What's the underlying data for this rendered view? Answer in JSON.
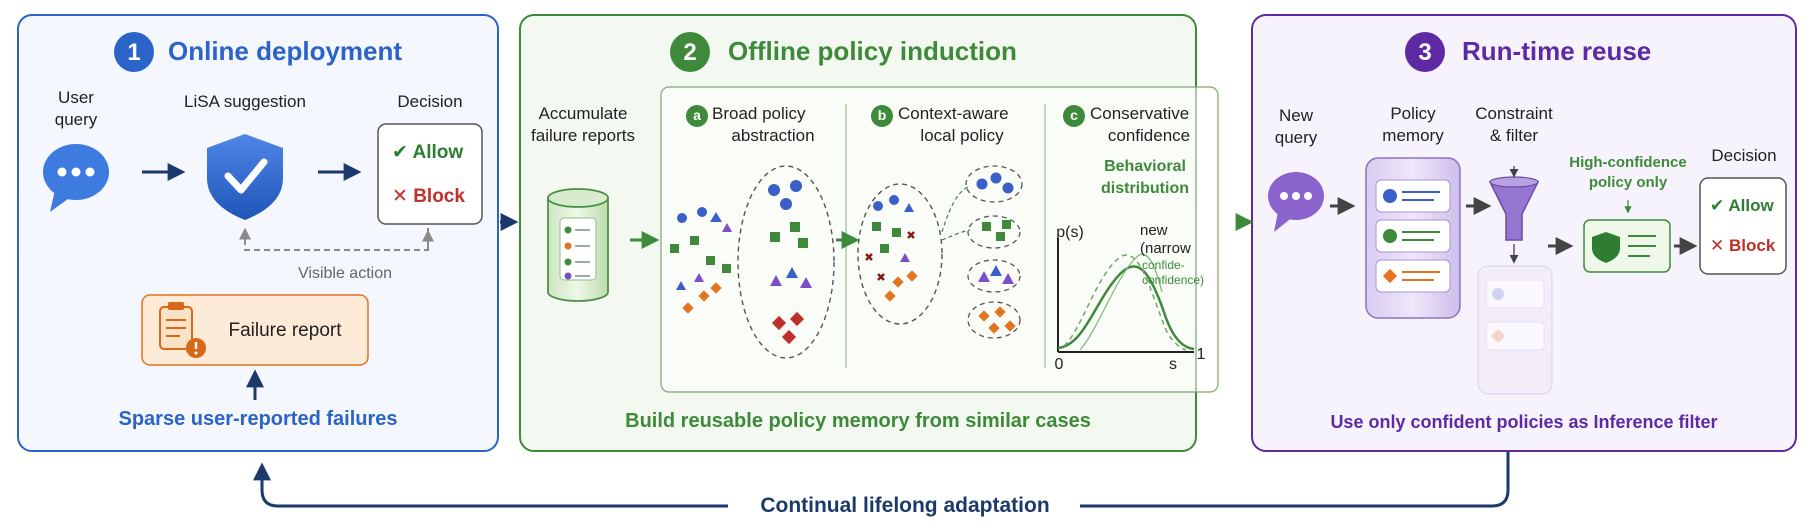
{
  "colors": {
    "blue": "#2c63c8",
    "green": "#3e8a3a",
    "purple": "#5e2aa3",
    "navy": "#1b3a6b",
    "red": "#c0302a",
    "orange": "#e2731f"
  },
  "section1": {
    "number": "1",
    "title": "Online deployment",
    "user_query": [
      "User",
      "query"
    ],
    "lisa_label": "LiSA suggestion",
    "decision_label": "Decision",
    "allow": "Allow",
    "block": "Block",
    "visible_action": "Visible action",
    "failure_report": "Failure report",
    "footer": "Sparse user-reported failures"
  },
  "section2": {
    "number": "2",
    "title": "Offline policy induction",
    "accumulate": [
      "Accumulate",
      "failure reports"
    ],
    "a_badge": "a",
    "a_title": [
      "Broad policy",
      "abstraction"
    ],
    "b_badge": "b",
    "b_title": [
      "Context-aware",
      "local policy"
    ],
    "c_badge": "c",
    "c_title": [
      "Conservative",
      "confidence"
    ],
    "behavioral": [
      "Behavioral",
      "distribution"
    ],
    "ps": "p(s)",
    "new_label": [
      "new",
      "(narrow"
    ],
    "confidence_label": [
      "confide-",
      "confidence)"
    ],
    "axis_zero": "0",
    "axis_s": "s",
    "axis_one": "1",
    "footer": "Build reusable policy memory from similar cases"
  },
  "section3": {
    "number": "3",
    "title": "Run-time reuse",
    "new_query": [
      "New",
      "query"
    ],
    "policy_memory": [
      "Policy",
      "memory"
    ],
    "constraint": [
      "Constraint",
      "& filter"
    ],
    "high_conf": [
      "High-confidence",
      "policy only"
    ],
    "decision_label": "Decision",
    "allow": "Allow",
    "block": "Block",
    "footer": "Use only confident policies as Inference filter"
  },
  "loop_label": "Continual lifelong adaptation"
}
